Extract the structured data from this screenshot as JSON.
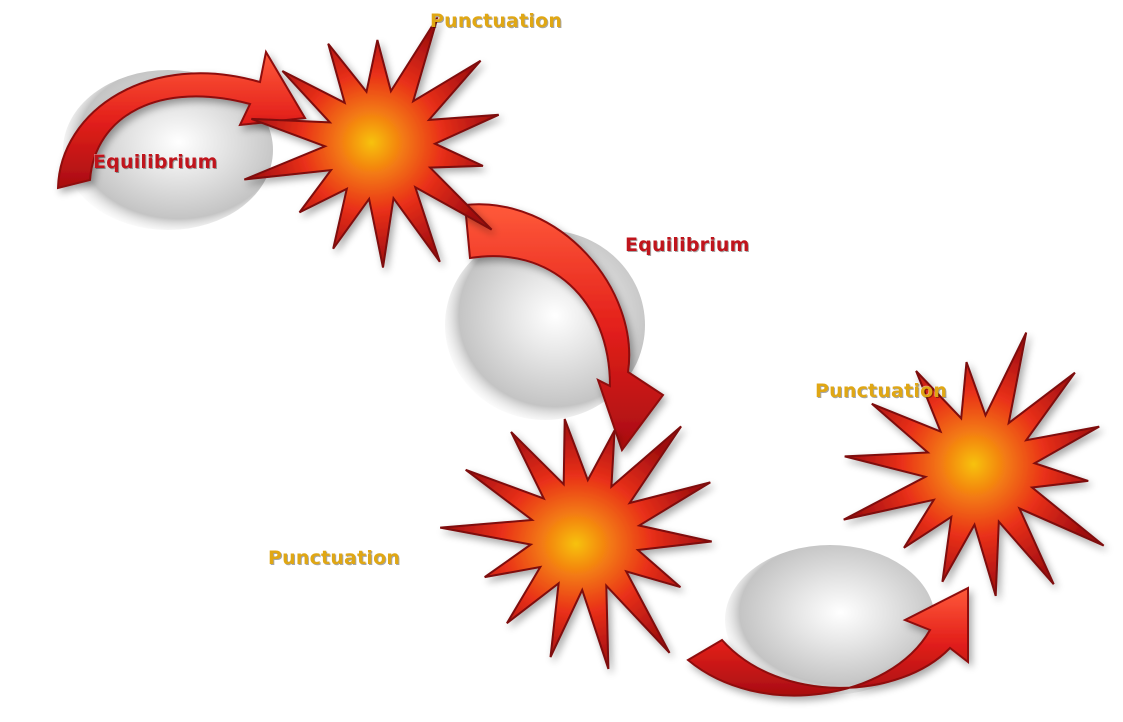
{
  "colors": {
    "equilibrium_label": "#c0141c",
    "punctuation_label": "#e0a714",
    "arrow_fill": "#e8231d",
    "arrow_dark": "#a30d0f",
    "burst_outer": "#b20e10",
    "burst_mid": "#f23a16",
    "burst_center": "#f5b20a",
    "sphere": "#c9c9c9"
  },
  "labels": {
    "equilibrium_1": "Equilibrium",
    "equilibrium_2": "Equilibrium",
    "punctuation_1": "Punctuation",
    "punctuation_2": "Punctuation",
    "punctuation_3": "Punctuation"
  },
  "icons": {
    "arrow": "curved-arrow-icon",
    "burst": "starburst-icon",
    "sphere": "grey-sphere-icon"
  }
}
